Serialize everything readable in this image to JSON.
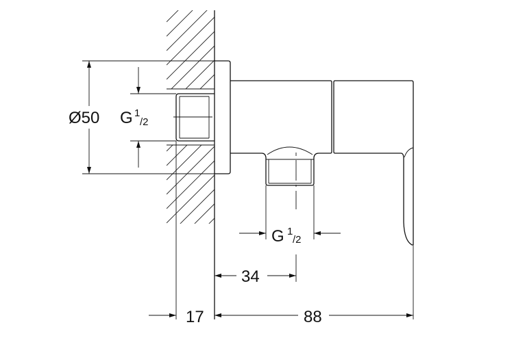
{
  "drawing": {
    "dimensions": {
      "flange_diameter": "Ø50",
      "inlet_thread": {
        "main": "G",
        "numerator": "1",
        "denominator": "/2"
      },
      "outlet_thread": {
        "main": "G",
        "numerator": "1",
        "denominator": "/2"
      },
      "outlet_offset": "34",
      "wall_depth": "17",
      "projection": "88"
    }
  }
}
